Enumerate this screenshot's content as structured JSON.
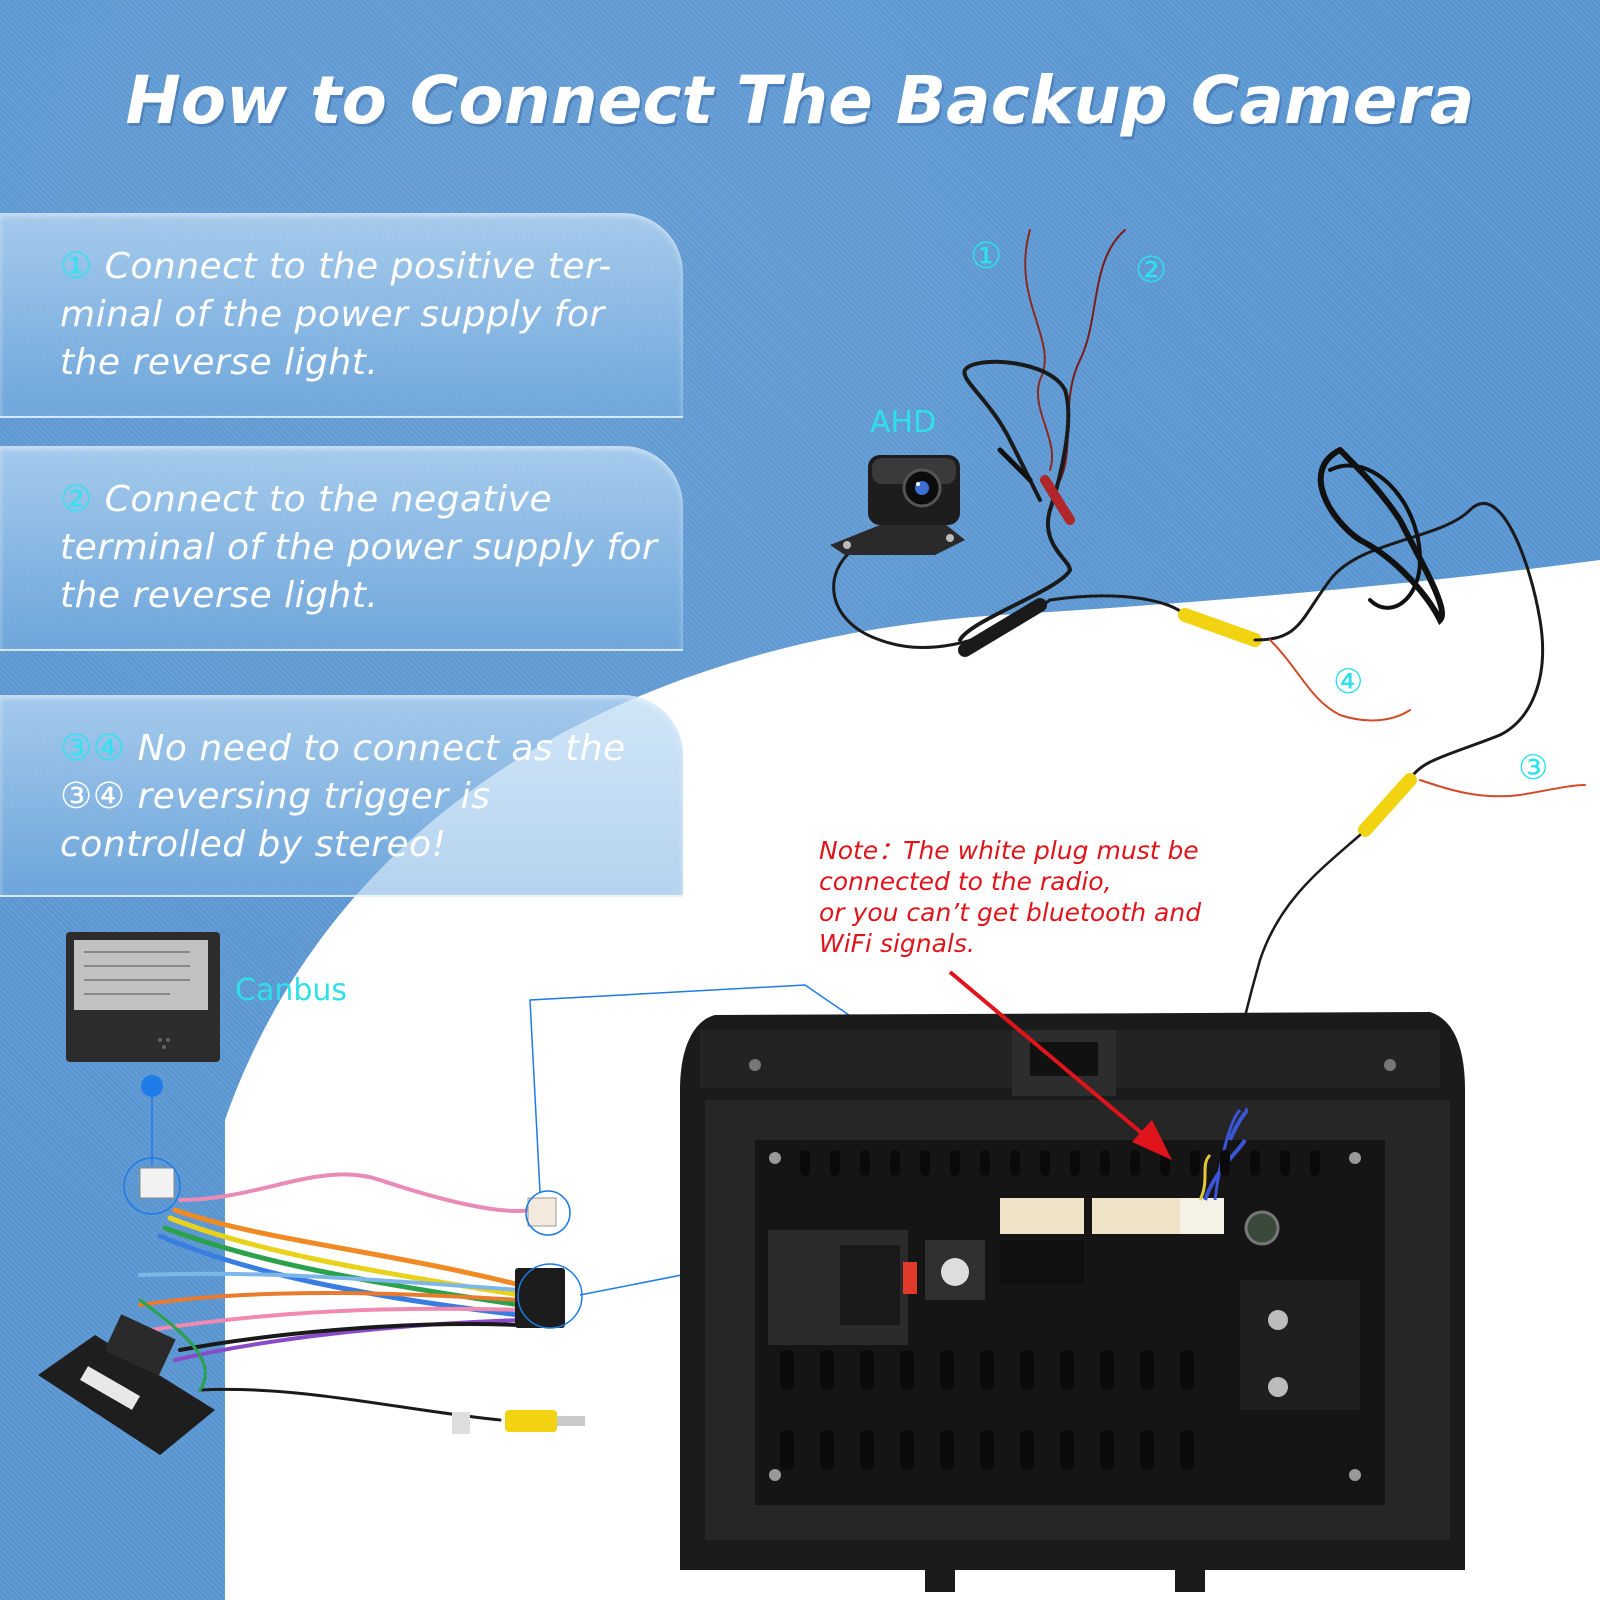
{
  "title": "How to Connect The Backup Camera",
  "cards": [
    {
      "marker": "①",
      "text": "Connect to the positive ter-minal of the power supply for the reverse light."
    },
    {
      "marker": "②",
      "text": "Connect to the negative terminal of the power supply for the reverse light."
    },
    {
      "marker": "③④",
      "text": "No need to connect as the ③④ reversing trigger is controlled by stereo!"
    }
  ],
  "labels": {
    "ahd": "AHD",
    "canbus": "Canbus",
    "wire_1": "①",
    "wire_2": "②",
    "wire_3": "③",
    "wire_4": "④"
  },
  "note": {
    "line1": "Note：The white plug must be",
    "line2": "connected to the radio,",
    "line3": "or you can’t get bluetooth and",
    "line4": "WiFi signals."
  },
  "colors": {
    "background": "#5b98d4",
    "accent_cyan": "#2fe0ea",
    "note_red": "#e0141b",
    "callout_blue": "#1e7be8",
    "rca_yellow": "#f2d312"
  }
}
